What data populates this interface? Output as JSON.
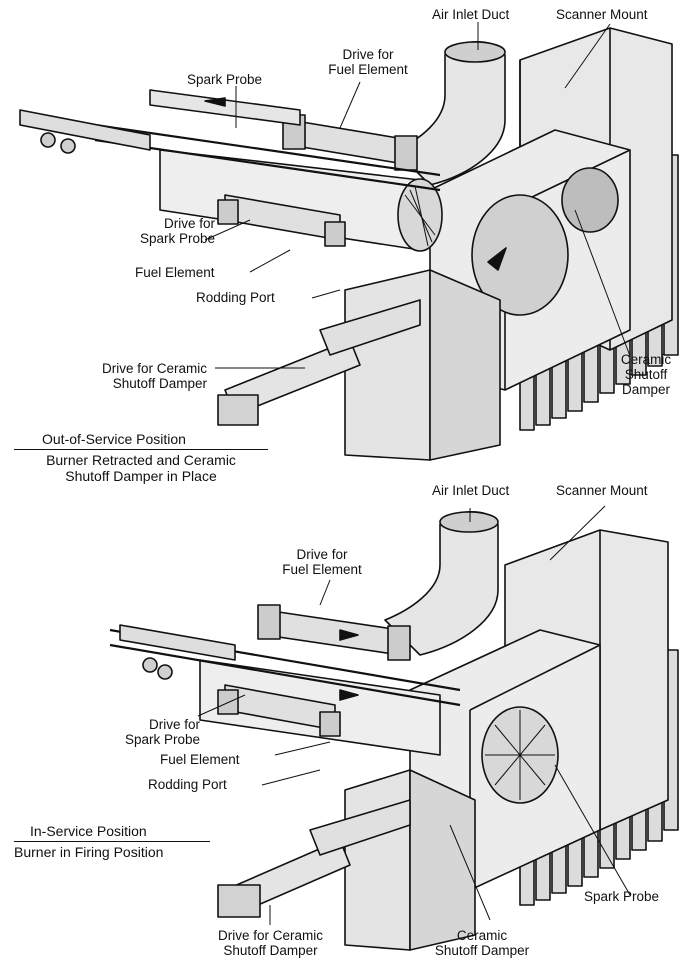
{
  "top": {
    "labels": {
      "air_inlet_duct": "Air Inlet Duct",
      "scanner_mount": "Scanner Mount",
      "drive_fuel_element": [
        "Drive for",
        "Fuel Element"
      ],
      "spark_probe": "Spark Probe",
      "drive_spark_probe": [
        "Drive for",
        "Spark Probe"
      ],
      "fuel_element": "Fuel Element",
      "rodding_port": "Rodding Port",
      "drive_ceramic_damper": [
        "Drive for Ceramic",
        "Shutoff Damper"
      ],
      "ceramic_shutoff_damper": [
        "Ceramic",
        "Shutoff",
        "Damper"
      ]
    },
    "caption": {
      "title": "Out-of-Service Position",
      "line1": "Burner Retracted and Ceramic",
      "line2": "Shutoff Damper in Place"
    }
  },
  "bottom": {
    "labels": {
      "air_inlet_duct": "Air Inlet Duct",
      "scanner_mount": "Scanner Mount",
      "drive_fuel_element": [
        "Drive for",
        "Fuel Element"
      ],
      "drive_spark_probe": [
        "Drive for",
        "Spark Probe"
      ],
      "fuel_element": "Fuel Element",
      "rodding_port": "Rodding Port",
      "spark_probe": "Spark Probe",
      "drive_ceramic_damper": [
        "Drive for Ceramic",
        "Shutoff Damper"
      ],
      "ceramic_shutoff_damper": [
        "Ceramic",
        "Shutoff Damper"
      ]
    },
    "caption": {
      "title": "In-Service Position",
      "line1": "Burner in Firing Position"
    }
  }
}
